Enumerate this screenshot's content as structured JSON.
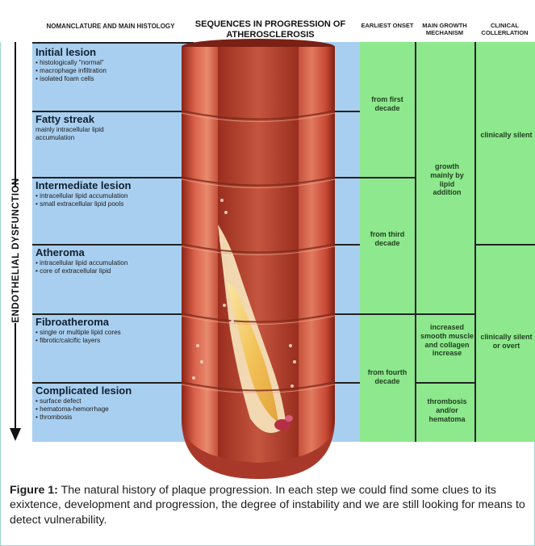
{
  "header": {
    "nomenclature": "NOMANCLATURE AND MAIN HISTOLOGY",
    "sequences": "SEQUENCES IN PROGRESSION OF ATHEROSCLEROSIS",
    "earliest_onset": "EARLIEST ONSET",
    "growth_mechanism": "MAIN GROWTH MECHANISM",
    "clinical": "CLINICAL COLLERLATION"
  },
  "side_label": "ENDOTHELIAL DYSFUNCTION",
  "stages": [
    {
      "title": "Initial lesion",
      "lines": [
        "histologically \"normal\"",
        "macrophage infiltration",
        "isolated foam cells"
      ],
      "bulleted": true
    },
    {
      "title": "Fatty streak",
      "lines": [
        "mainly intracellular lipid",
        "accumulation"
      ],
      "bulleted": false
    },
    {
      "title": "Intermediate lesion",
      "lines": [
        "intracellular lipid accumulation",
        "small extracellular lipid pools"
      ],
      "bulleted": true
    },
    {
      "title": "Atheroma",
      "lines": [
        "intracellular lipid accumulation",
        "core of extracellular lipid"
      ],
      "bulleted": true
    },
    {
      "title": "Fibroatheroma",
      "lines": [
        "single or multiple lipid cores",
        "fibrotic/calcific layers"
      ],
      "bulleted": true
    },
    {
      "title": "Complicated lesion",
      "lines": [
        "surface defect",
        "hematoma-hemorrhage",
        "thrombosis"
      ],
      "bulleted": true
    }
  ],
  "onset": {
    "first": "from first decade",
    "third": "from third decade",
    "fourth": "from fourth decade"
  },
  "growth": {
    "lipid": "growth mainly by lipid addition",
    "smooth": "increased smooth muscle and collagen increase",
    "thrombosis": "thrombosis and/or hematoma"
  },
  "clinical": {
    "silent": "clinically silent",
    "overt": "clinically silent or overt"
  },
  "caption": {
    "label": "Figure 1:",
    "text": " The natural history of plaque progression. In each step we could find some clues to its exixtence, development and progression, the degree of instability and we are still looking for means to detect vulnerability."
  },
  "colors": {
    "blue_panel": "#a9cff0",
    "green_panel": "#8ee88d",
    "artery_wall": "#d9604a",
    "lipid_core": "#f2c45a"
  }
}
